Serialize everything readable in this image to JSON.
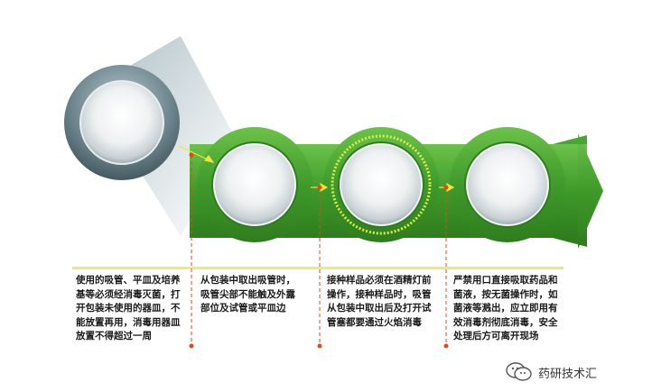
{
  "steps": [
    {
      "lines": [
        "使用的吸管、平皿及培养",
        "基等必须经消毒灭菌，打",
        "开包装未使用的器皿，不",
        "能放置再用，消毒用器皿",
        "放置不得超过一周"
      ]
    },
    {
      "lines": [
        "从包装中取出吸管时，",
        "吸管尖部不能触及外露",
        "部位及试管或平皿边"
      ]
    },
    {
      "lines": [
        "接种样品必须在酒精灯前",
        "操作，接种样品时，吸管",
        "从包装中取出后及打开试",
        "管塞都要通过火焰消毒"
      ]
    },
    {
      "lines": [
        "严禁用口直接吸取药品和",
        "菌液，按无菌操作时，如",
        "菌液等溅出，应立即用有",
        "效消毒剂彻底消毒，安全",
        "处理后方可离开现场"
      ]
    }
  ],
  "brand": {
    "name": "药研技术汇",
    "icon": "wechat-icon"
  },
  "colors": {
    "arrow": "#4aa632",
    "arrow_dark": "#2e7d1f",
    "marker": "#e04b1a",
    "divider": "#e8e4a8",
    "highlight": "#d8ee4a"
  }
}
